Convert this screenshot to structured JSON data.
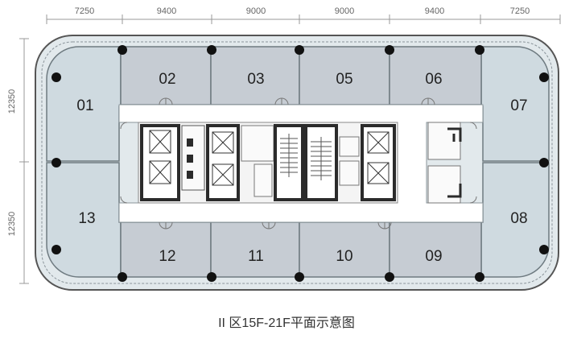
{
  "dimensions": {
    "top": [
      "7250",
      "9400",
      "9000",
      "9000",
      "9400",
      "7250"
    ],
    "left": [
      "12350",
      "12350"
    ]
  },
  "units": [
    "01",
    "02",
    "03",
    "05",
    "06",
    "07",
    "08",
    "09",
    "10",
    "11",
    "12",
    "13"
  ],
  "caption": "II 区15F-21F平面示意图",
  "colors": {
    "unit_fill": "#cfdae0",
    "office_fill": "#c7ccd3",
    "wall": "#2b2b2b",
    "corridor": "#ffffff",
    "facade": "#dde6ea"
  }
}
